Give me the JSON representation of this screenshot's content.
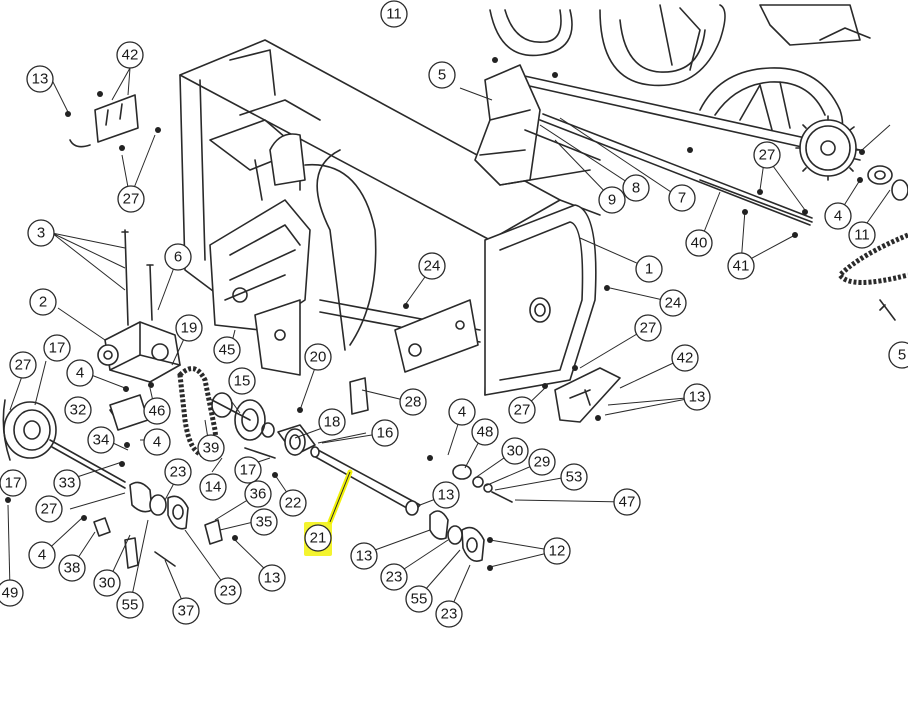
{
  "highlight_color": "#f2f20a",
  "callout_labels": {
    "c11_top": "11",
    "c42_left": "42",
    "c13_left": "13",
    "c27_left": "27",
    "c3": "3",
    "c6": "6",
    "c2": "2",
    "c19": "19",
    "c17_left": "17",
    "c27_far": "27",
    "c32": "32",
    "c4_a": "4",
    "c46": "46",
    "c34": "34",
    "c4_b": "4",
    "c45": "45",
    "c15": "15",
    "c20": "20",
    "c18": "18",
    "c39": "39",
    "c14": "14",
    "c17_mid": "17",
    "c36": "36",
    "c22": "22",
    "c35": "35",
    "c13_mid": "13",
    "c23_a": "23",
    "c23_b": "23",
    "c33": "33",
    "c27_mid": "27",
    "c4_c": "4",
    "c38": "38",
    "c30_left": "30",
    "c55_left": "55",
    "c37": "37",
    "c17_edge": "17",
    "c49": "49",
    "c5": "5",
    "c9": "9",
    "c8": "8",
    "c7": "7",
    "c40": "40",
    "c41": "41",
    "c27_right": "27",
    "c4_right": "4",
    "c11_right": "11",
    "c1": "1",
    "c24_a": "24",
    "c24_b": "24",
    "c27_r2": "27",
    "c42_right": "42",
    "c13_right": "13",
    "c27_r3": "27",
    "c28": "28",
    "c16": "16",
    "c4_r": "4",
    "c48": "48",
    "c30_right": "30",
    "c29": "29",
    "c53": "53",
    "c13_r2": "13",
    "c47": "47",
    "c21": "21",
    "c13_r3": "13",
    "c23_r": "23",
    "c12": "12",
    "c55_right": "55",
    "c23_r2": "23",
    "c5_edge": "5"
  }
}
